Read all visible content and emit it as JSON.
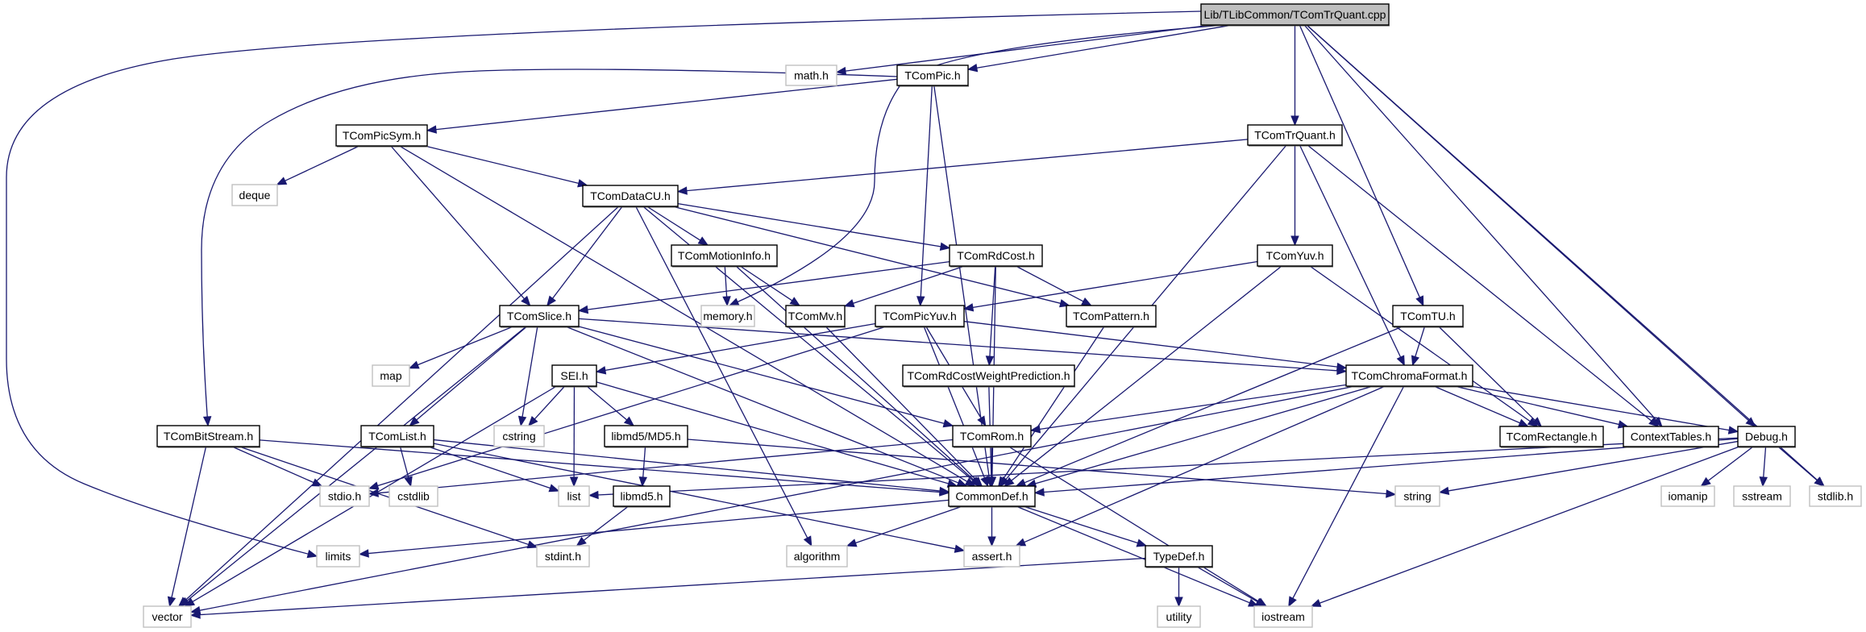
{
  "title": "Lib/TLibCommon/TComTrQuant.cpp",
  "colors": {
    "edge": "#191970",
    "root_fill": "#bfbfbf",
    "project_border": "#000000",
    "system_border": "#c0c0c0",
    "background": "#ffffff"
  },
  "nodes": [
    {
      "id": "root",
      "label": "Lib/TLibCommon/TComTrQuant.cpp",
      "kind": "root"
    },
    {
      "id": "math",
      "label": "math.h",
      "kind": "system"
    },
    {
      "id": "tcompic",
      "label": "TComPic.h",
      "kind": "project"
    },
    {
      "id": "tcomtrquant",
      "label": "TComTrQuant.h",
      "kind": "project"
    },
    {
      "id": "tcompicsym",
      "label": "TComPicSym.h",
      "kind": "project"
    },
    {
      "id": "deque",
      "label": "deque",
      "kind": "system"
    },
    {
      "id": "tcomdatacu",
      "label": "TComDataCU.h",
      "kind": "project"
    },
    {
      "id": "tcommotioninfo",
      "label": "TComMotionInfo.h",
      "kind": "project"
    },
    {
      "id": "tcomrdcost",
      "label": "TComRdCost.h",
      "kind": "project"
    },
    {
      "id": "tcomyuv",
      "label": "TComYuv.h",
      "kind": "project"
    },
    {
      "id": "tcomslice",
      "label": "TComSlice.h",
      "kind": "project"
    },
    {
      "id": "memory",
      "label": "memory.h",
      "kind": "system"
    },
    {
      "id": "tcommv",
      "label": "TComMv.h",
      "kind": "project"
    },
    {
      "id": "tcompicyuv",
      "label": "TComPicYuv.h",
      "kind": "project"
    },
    {
      "id": "tcompattern",
      "label": "TComPattern.h",
      "kind": "project"
    },
    {
      "id": "tcomtu",
      "label": "TComTU.h",
      "kind": "project"
    },
    {
      "id": "map",
      "label": "map",
      "kind": "system"
    },
    {
      "id": "sei",
      "label": "SEI.h",
      "kind": "project"
    },
    {
      "id": "tcomrdcostwp",
      "label": "TComRdCostWeightPrediction.h",
      "kind": "project"
    },
    {
      "id": "tcomchromaformat",
      "label": "TComChromaFormat.h",
      "kind": "project"
    },
    {
      "id": "tcombitstream",
      "label": "TComBitStream.h",
      "kind": "project"
    },
    {
      "id": "tcomlist",
      "label": "TComList.h",
      "kind": "project"
    },
    {
      "id": "cstring",
      "label": "cstring",
      "kind": "system"
    },
    {
      "id": "md5",
      "label": "libmd5/MD5.h",
      "kind": "project"
    },
    {
      "id": "tcomrom",
      "label": "TComRom.h",
      "kind": "project"
    },
    {
      "id": "tcomrectangle",
      "label": "TComRectangle.h",
      "kind": "project"
    },
    {
      "id": "contexttables",
      "label": "ContextTables.h",
      "kind": "project"
    },
    {
      "id": "debug",
      "label": "Debug.h",
      "kind": "project"
    },
    {
      "id": "stdio",
      "label": "stdio.h",
      "kind": "system"
    },
    {
      "id": "cstdlib",
      "label": "cstdlib",
      "kind": "system"
    },
    {
      "id": "list",
      "label": "list",
      "kind": "system"
    },
    {
      "id": "libmd5",
      "label": "libmd5.h",
      "kind": "project"
    },
    {
      "id": "commondef",
      "label": "CommonDef.h",
      "kind": "project"
    },
    {
      "id": "string",
      "label": "string",
      "kind": "system"
    },
    {
      "id": "iomanip",
      "label": "iomanip",
      "kind": "system"
    },
    {
      "id": "sstream",
      "label": "sstream",
      "kind": "system"
    },
    {
      "id": "stdlib",
      "label": "stdlib.h",
      "kind": "system"
    },
    {
      "id": "limits",
      "label": "limits",
      "kind": "system"
    },
    {
      "id": "stdint",
      "label": "stdint.h",
      "kind": "system"
    },
    {
      "id": "algorithm",
      "label": "algorithm",
      "kind": "system"
    },
    {
      "id": "assert",
      "label": "assert.h",
      "kind": "system"
    },
    {
      "id": "typedef",
      "label": "TypeDef.h",
      "kind": "project"
    },
    {
      "id": "vector",
      "label": "vector",
      "kind": "system"
    },
    {
      "id": "utility",
      "label": "utility",
      "kind": "system"
    },
    {
      "id": "iostream",
      "label": "iostream",
      "kind": "system"
    }
  ],
  "edges": [
    [
      "root",
      "limits"
    ],
    [
      "root",
      "math"
    ],
    [
      "root",
      "tcompic"
    ],
    [
      "root",
      "memory"
    ],
    [
      "root",
      "tcomtrquant"
    ],
    [
      "root",
      "tcomtu"
    ],
    [
      "root",
      "contexttables"
    ],
    [
      "root",
      "debug"
    ],
    [
      "root",
      "stdlib"
    ],
    [
      "tcompic",
      "tcompicsym"
    ],
    [
      "tcompic",
      "tcombitstream"
    ],
    [
      "tcompic",
      "tcompicyuv"
    ],
    [
      "tcompic",
      "commondef"
    ],
    [
      "tcompicsym",
      "deque"
    ],
    [
      "tcompicsym",
      "tcomdatacu"
    ],
    [
      "tcompicsym",
      "tcomslice"
    ],
    [
      "tcompicsym",
      "commondef"
    ],
    [
      "tcomtrquant",
      "tcomdatacu"
    ],
    [
      "tcomtrquant",
      "commondef"
    ],
    [
      "tcomtrquant",
      "tcomyuv"
    ],
    [
      "tcomtrquant",
      "tcomchromaformat"
    ],
    [
      "tcomtrquant",
      "contexttables"
    ],
    [
      "tcomdatacu",
      "vector"
    ],
    [
      "tcomdatacu",
      "algorithm"
    ],
    [
      "tcomdatacu",
      "tcomslice"
    ],
    [
      "tcomdatacu",
      "commondef"
    ],
    [
      "tcomdatacu",
      "tcommotioninfo"
    ],
    [
      "tcomdatacu",
      "tcomrdcost"
    ],
    [
      "tcomdatacu",
      "tcompattern"
    ],
    [
      "tcommotioninfo",
      "memory"
    ],
    [
      "tcommotioninfo",
      "tcommv"
    ],
    [
      "tcommotioninfo",
      "commondef"
    ],
    [
      "tcomrdcost",
      "tcomslice"
    ],
    [
      "tcomrdcost",
      "tcommv"
    ],
    [
      "tcomrdcost",
      "tcompattern"
    ],
    [
      "tcomrdcost",
      "tcomrdcostwp"
    ],
    [
      "tcomrdcost",
      "commondef"
    ],
    [
      "tcomyuv",
      "tcompicyuv"
    ],
    [
      "tcomyuv",
      "commondef"
    ],
    [
      "tcomyuv",
      "tcomrectangle"
    ],
    [
      "tcomslice",
      "vector"
    ],
    [
      "tcomslice",
      "map"
    ],
    [
      "tcomslice",
      "tcomlist"
    ],
    [
      "tcomslice",
      "cstring"
    ],
    [
      "tcomslice",
      "commondef"
    ],
    [
      "tcomslice",
      "tcomrom"
    ],
    [
      "tcomslice",
      "tcomchromaformat"
    ],
    [
      "tcommv",
      "commondef"
    ],
    [
      "tcompicyuv",
      "sei"
    ],
    [
      "tcompicyuv",
      "stdio"
    ],
    [
      "tcompicyuv",
      "tcomrom"
    ],
    [
      "tcompicyuv",
      "commondef"
    ],
    [
      "tcompicyuv",
      "tcomchromaformat"
    ],
    [
      "tcompattern",
      "commondef"
    ],
    [
      "tcomtu",
      "tcomchromaformat"
    ],
    [
      "tcomtu",
      "tcomrectangle"
    ],
    [
      "tcomtu",
      "commondef"
    ],
    [
      "sei",
      "vector"
    ],
    [
      "sei",
      "cstring"
    ],
    [
      "sei",
      "list"
    ],
    [
      "sei",
      "md5"
    ],
    [
      "sei",
      "commondef"
    ],
    [
      "tcomrdcostwp",
      "commondef"
    ],
    [
      "tcomchromaformat",
      "tcomrom"
    ],
    [
      "tcomchromaformat",
      "commondef"
    ],
    [
      "tcomchromaformat",
      "tcomrectangle"
    ],
    [
      "tcomchromaformat",
      "contexttables"
    ],
    [
      "tcomchromaformat",
      "debug"
    ],
    [
      "tcomchromaformat",
      "assert"
    ],
    [
      "tcomchromaformat",
      "iostream"
    ],
    [
      "tcomchromaformat",
      "vector"
    ],
    [
      "tcombitstream",
      "stdio"
    ],
    [
      "tcombitstream",
      "vector"
    ],
    [
      "tcombitstream",
      "stdint"
    ],
    [
      "tcombitstream",
      "commondef"
    ],
    [
      "tcomlist",
      "cstdlib"
    ],
    [
      "tcomlist",
      "list"
    ],
    [
      "tcomlist",
      "assert"
    ],
    [
      "tcomlist",
      "commondef"
    ],
    [
      "md5",
      "libmd5"
    ],
    [
      "md5",
      "string"
    ],
    [
      "libmd5",
      "stdint"
    ],
    [
      "tcomrom",
      "commondef"
    ],
    [
      "tcomrom",
      "stdio"
    ],
    [
      "tcomrom",
      "iostream"
    ],
    [
      "debug",
      "commondef"
    ],
    [
      "debug",
      "string"
    ],
    [
      "debug",
      "iomanip"
    ],
    [
      "debug",
      "sstream"
    ],
    [
      "debug",
      "stdlib"
    ],
    [
      "debug",
      "iostream"
    ],
    [
      "debug",
      "list"
    ],
    [
      "commondef",
      "limits"
    ],
    [
      "commondef",
      "algorithm"
    ],
    [
      "commondef",
      "assert"
    ],
    [
      "commondef",
      "typedef"
    ],
    [
      "commondef",
      "iostream"
    ],
    [
      "typedef",
      "vector"
    ],
    [
      "typedef",
      "utility"
    ],
    [
      "typedef",
      "iostream"
    ]
  ]
}
